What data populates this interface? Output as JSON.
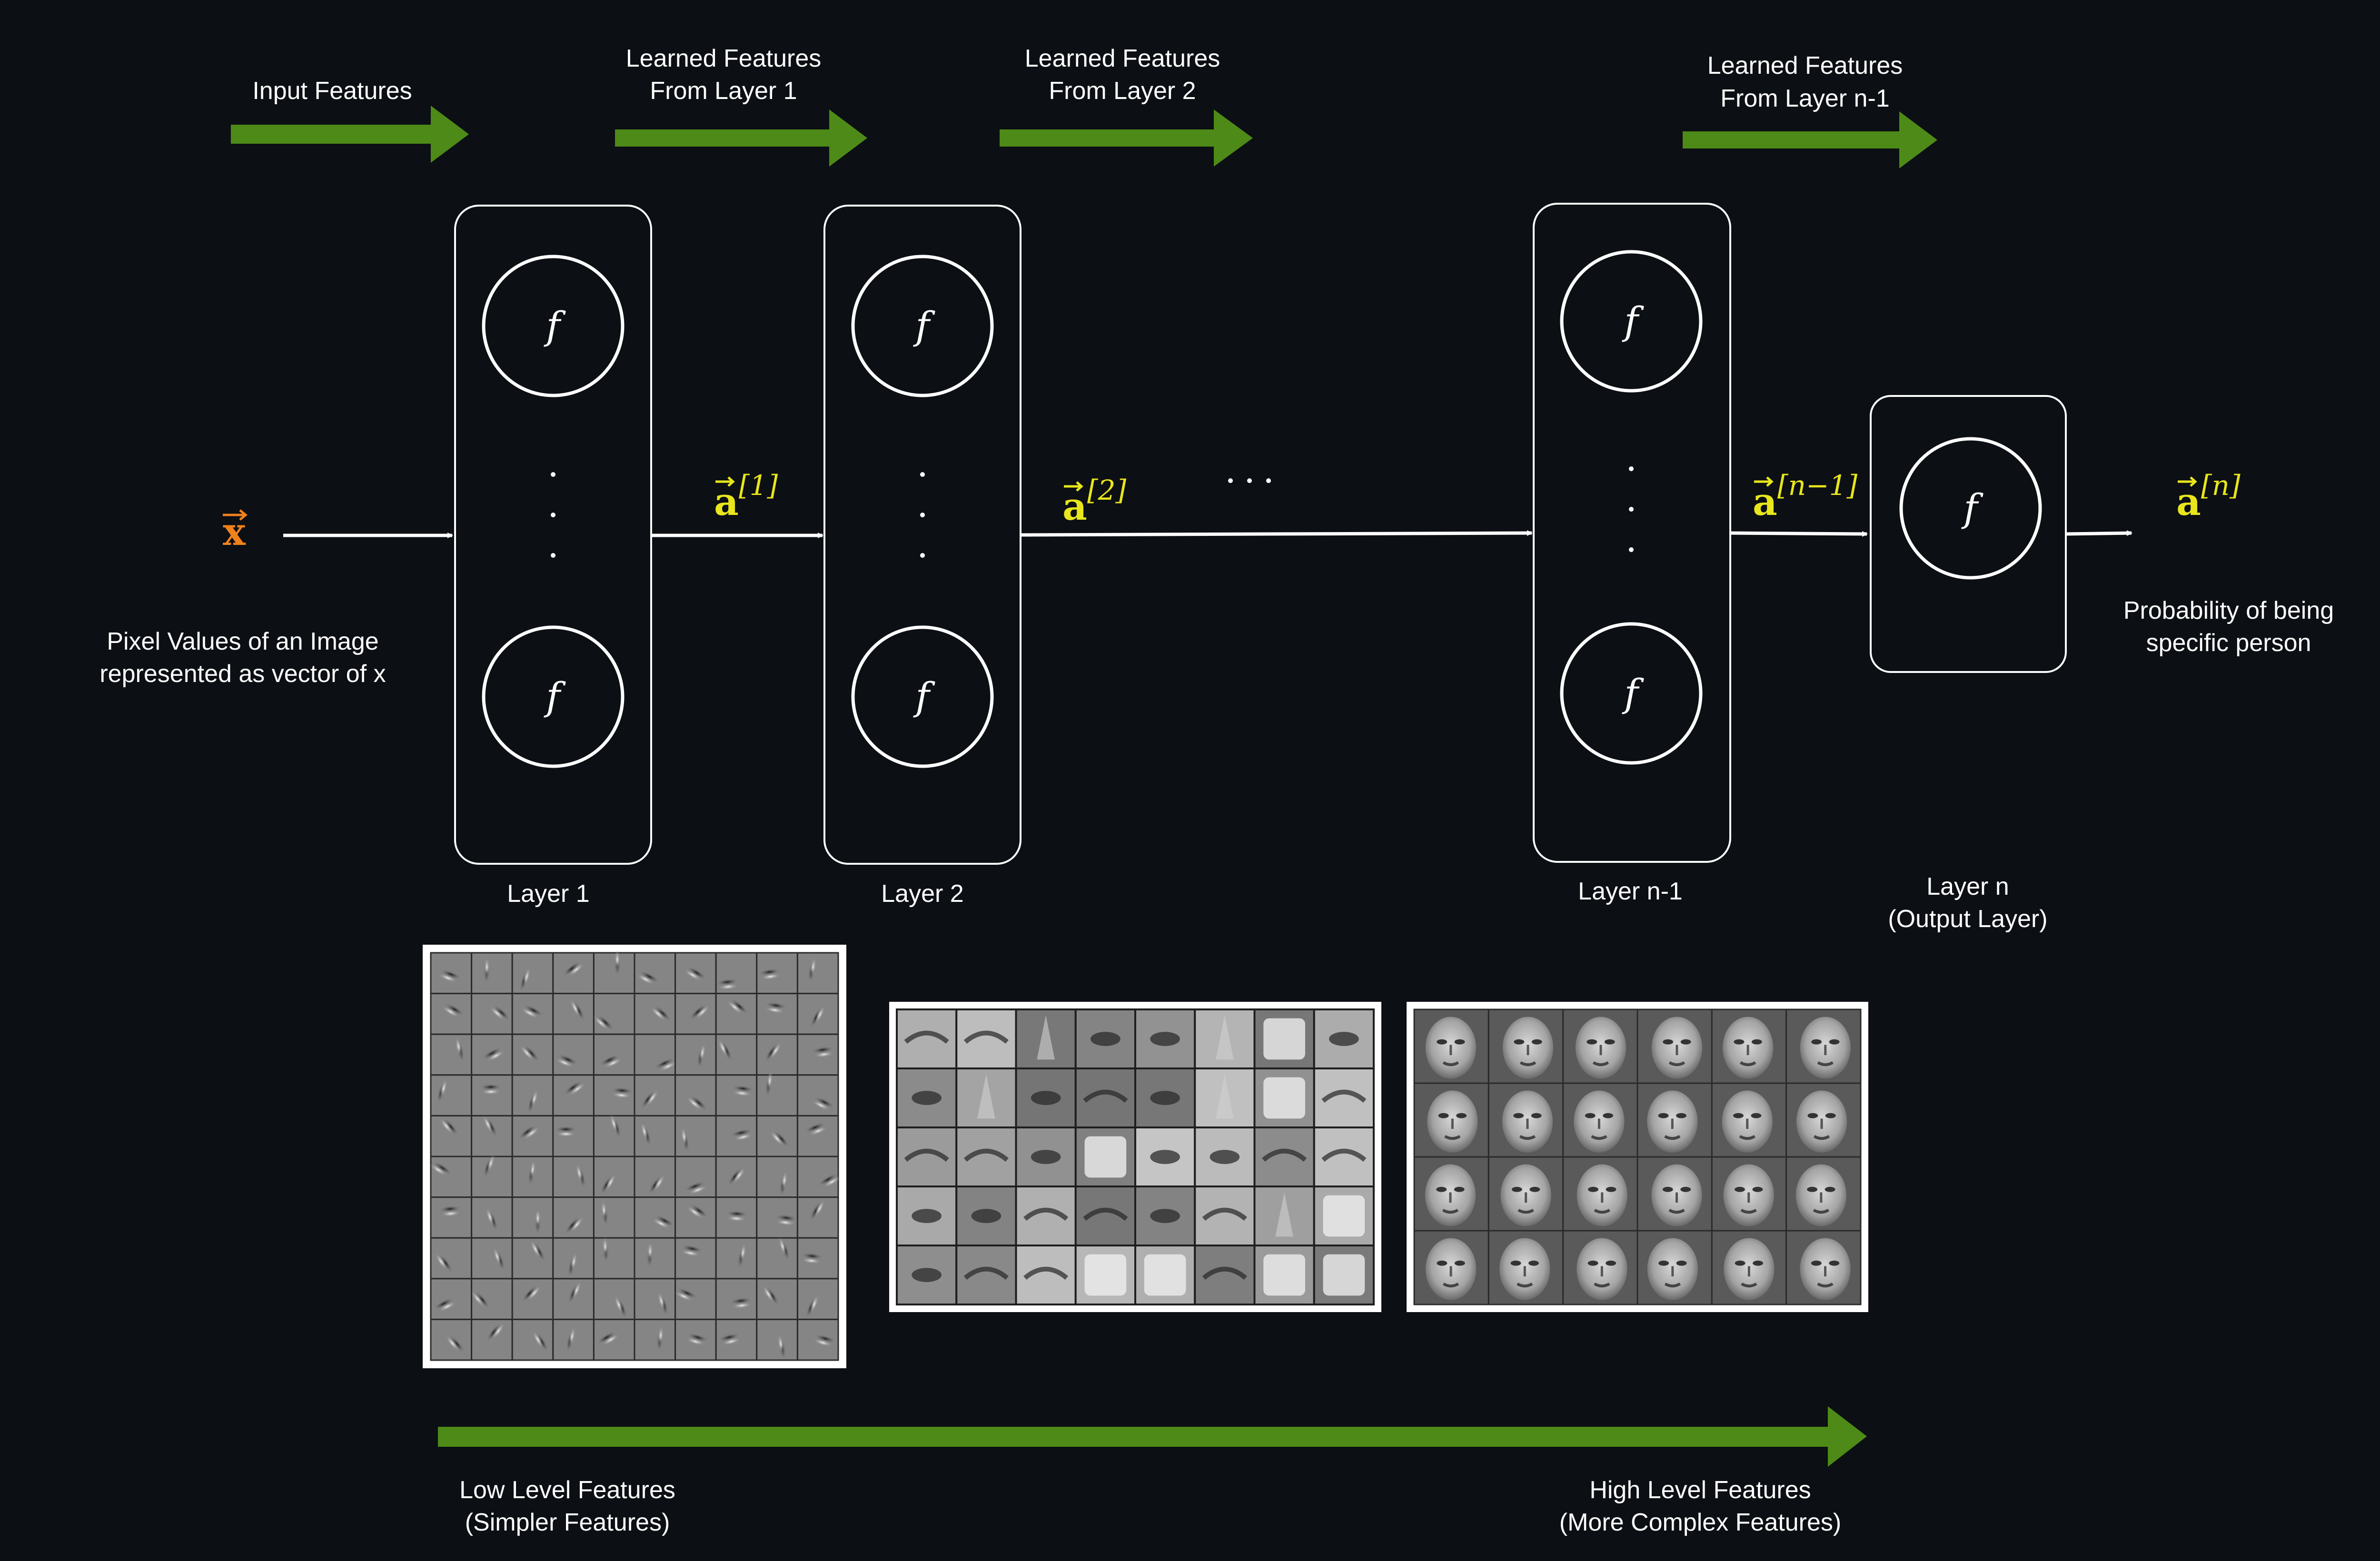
{
  "colors": {
    "background": "#0c0f14",
    "arrow_green": "#4d8a17",
    "vector_yellow": "#e8e61c",
    "input_orange": "#f0821c",
    "line_white": "#ffffff"
  },
  "top_arrows": [
    {
      "line1": "",
      "line2": "Input Features"
    },
    {
      "line1": "Learned Features",
      "line2": "From Layer 1"
    },
    {
      "line1": "Learned Features",
      "line2": "From Layer 2"
    },
    {
      "line1": "Learned Features",
      "line2": "From Layer n-1"
    }
  ],
  "input": {
    "symbol": "x",
    "description_line1": "Pixel Values of an Image",
    "description_line2": "represented as vector of x"
  },
  "neuron_symbol": "f",
  "vertical_dots": "· · ·",
  "ellipsis": "· · ·",
  "layers": [
    {
      "label_line1": "Layer 1",
      "label_line2": ""
    },
    {
      "label_line1": "Layer 2",
      "label_line2": ""
    },
    {
      "label_line1": "Layer n-1",
      "label_line2": ""
    },
    {
      "label_line1": "Layer n",
      "label_line2": "(Output Layer)"
    }
  ],
  "activations": [
    {
      "base": "a",
      "superscript": "[1]"
    },
    {
      "base": "a",
      "superscript": "[2]"
    },
    {
      "base": "a",
      "superscript": "[n−1]"
    },
    {
      "base": "a",
      "superscript": "[n]"
    }
  ],
  "output": {
    "description_line1": "Probability of being",
    "description_line2": "specific person"
  },
  "feature_images": [
    {
      "name": "edge-filters-image",
      "grid": [
        10,
        10
      ]
    },
    {
      "name": "facial-parts-image",
      "grid": [
        8,
        5
      ]
    },
    {
      "name": "face-templates-image",
      "grid": [
        6,
        4
      ]
    }
  ],
  "bottom_scale": {
    "low_line1": "Low Level Features",
    "low_line2": "(Simpler Features)",
    "high_line1": "High Level Features",
    "high_line2": "(More Complex Features)"
  }
}
